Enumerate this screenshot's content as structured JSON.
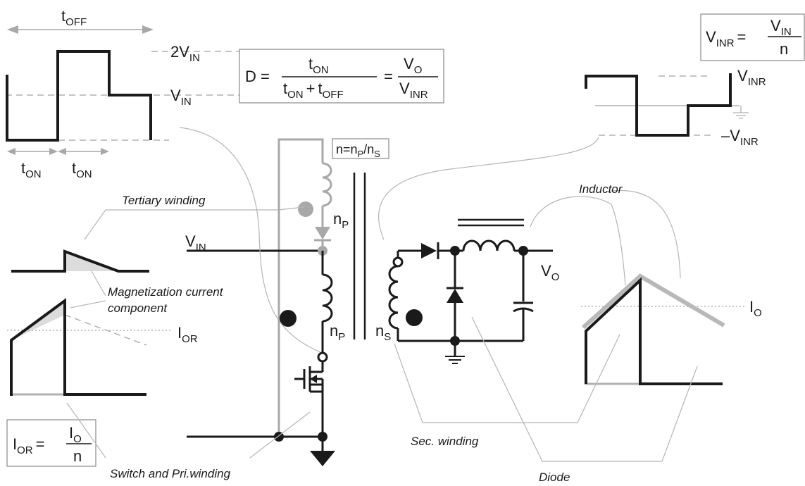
{
  "labels": {
    "t_off_top": {
      "main": "t",
      "sub": "OFF"
    },
    "two_vin": {
      "prefix": "2V",
      "sub": "IN"
    },
    "vin_level": {
      "main": "V",
      "sub": "IN"
    },
    "t_on_1": {
      "main": "t",
      "sub": "ON"
    },
    "t_on_2": {
      "main": "t",
      "sub": "ON"
    },
    "vin_wire": {
      "main": "V",
      "sub": "IN"
    },
    "vo": {
      "main": "V",
      "sub": "O"
    },
    "io": {
      "main": "I",
      "sub": "O"
    },
    "ior_level": {
      "main": "I",
      "sub": "OR"
    },
    "np_upper": {
      "main": "n",
      "sub": "P"
    },
    "np_lower": {
      "main": "n",
      "sub": "P"
    },
    "ns": {
      "main": "n",
      "sub": "S"
    },
    "vinr_level": {
      "main": "V",
      "sub": "INR"
    },
    "neg_vinr_level": {
      "main": "–V",
      "sub": "INR"
    }
  },
  "formulas": {
    "duty": {
      "lhs": "D =",
      "num1": {
        "main": "t",
        "sub": "ON"
      },
      "den1_a": {
        "main": "t",
        "sub": "ON"
      },
      "den1_plus": "+",
      "den1_b": {
        "main": "t",
        "sub": "OFF"
      },
      "eq2": "=",
      "num2": {
        "main": "V",
        "sub": "O"
      },
      "den2": {
        "main": "V",
        "sub": "INR"
      }
    },
    "vinr": {
      "lhs": {
        "main": "V",
        "sub": "INR"
      },
      "eq": "=",
      "num": {
        "main": "V",
        "sub": "IN"
      },
      "den": "n"
    },
    "ior": {
      "lhs": {
        "main": "I",
        "sub": "OR"
      },
      "eq": "=",
      "num": {
        "main": "I",
        "sub": "O"
      },
      "den": "n"
    },
    "ratio": {
      "prefix": "n=n",
      "sub1": "P",
      "slash": "/n",
      "sub2": "S"
    }
  },
  "annotations": {
    "tertiary": "Tertiary winding",
    "magnetization_line1": "Magnetization current",
    "magnetization_line2": "component",
    "inductor": "Inductor",
    "sec_winding": "Sec. winding",
    "switch": "Switch and Pri.winding",
    "diode": "Diode"
  },
  "colors": {
    "ink": "#1a1a1a",
    "gray_wire": "#a8a8a8",
    "leader": "#b5b5b5",
    "shade": "#dcdcdc"
  }
}
